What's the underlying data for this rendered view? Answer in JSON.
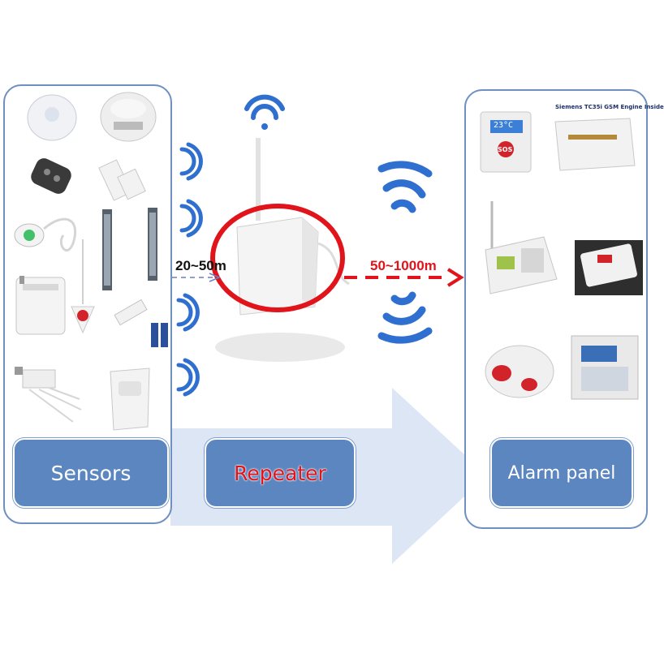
{
  "diagram": {
    "sensors_label": "Sensors",
    "repeater_label": "Repeater",
    "alarm_panel_label": "Alarm panel",
    "range_sensor_to_repeater": "20~50m",
    "range_repeater_to_panel": "50~1000m",
    "gsm_module_caption": "Siemens TC35i GSM Engine Inside",
    "panel_screen_text": "23°C",
    "sos_text": "SOS"
  },
  "colors": {
    "panel_blue": "#5c86bf",
    "border_blue": "#6f8fc0",
    "signal_blue": "#2f6fd0",
    "arrow_light_blue": "#dde6f4",
    "highlight_red": "#e0141a",
    "dashed_blue": "#6f7fc0"
  },
  "icons": [
    "wifi-signal-icon",
    "smoke-detector-icon",
    "remote-key-fob-icon",
    "door-magnet-sensor-icon",
    "panic-button-icon",
    "infrared-beam-icon",
    "gas-detector-icon",
    "pendant-button-icon",
    "battery-icon",
    "water-leak-sensor-icon",
    "pir-motion-sensor-icon",
    "repeater-device-icon",
    "alarm-panel-icon",
    "gsm-module-icon",
    "keypad-panel-icon"
  ]
}
